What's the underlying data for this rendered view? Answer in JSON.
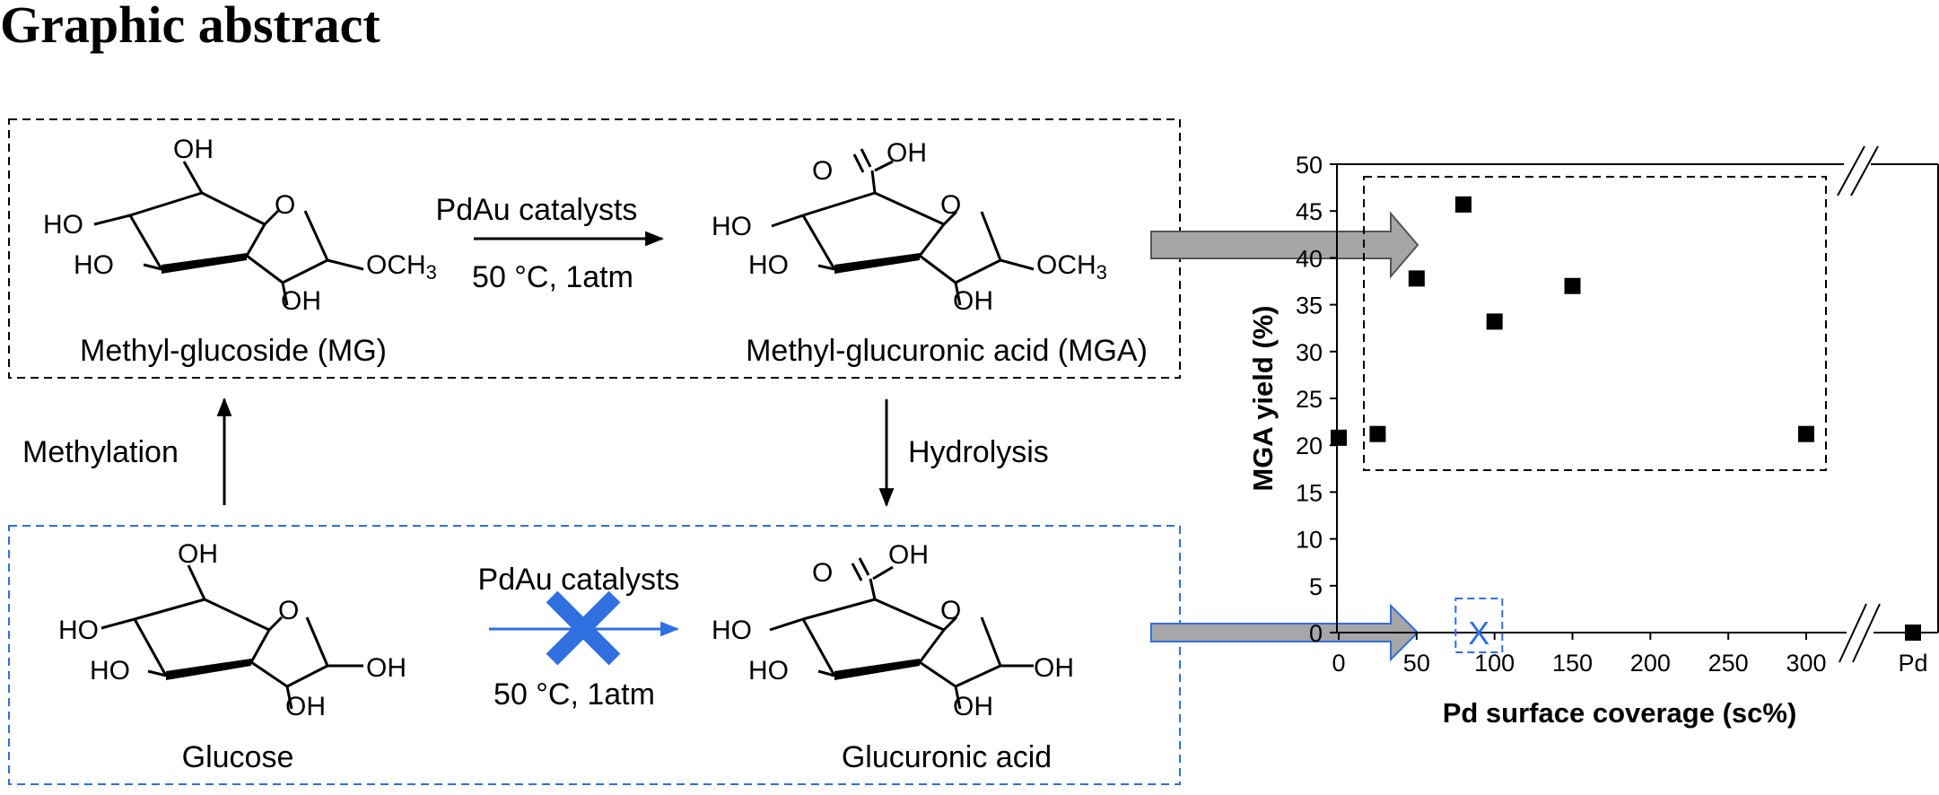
{
  "page": {
    "title": "Graphic abstract"
  },
  "scheme": {
    "top_reaction": {
      "reactant": {
        "name": "Methyl-glucoside (MG)",
        "labels": [
          "OH",
          "HO",
          "O",
          "HO",
          "OCH3",
          "OH"
        ]
      },
      "catalyst": "PdAu catalysts",
      "conditions": "50 °C, 1atm",
      "product": {
        "name": "Methyl-glucuronic acid (MGA)",
        "labels": [
          "O",
          "OH",
          "HO",
          "O",
          "HO",
          "OCH3",
          "OH"
        ]
      }
    },
    "left_step": "Methylation",
    "right_step": "Hydrolysis",
    "bottom_reaction": {
      "reactant": {
        "name": "Glucose",
        "labels": [
          "OH",
          "HO",
          "O",
          "HO",
          "OH",
          "OH"
        ]
      },
      "catalyst": "PdAu catalysts",
      "conditions": "50 °C, 1atm",
      "blocked": true,
      "product": {
        "name": "Glucuronic acid",
        "labels": [
          "O",
          "OH",
          "HO",
          "O",
          "HO",
          "OH",
          "OH"
        ]
      }
    },
    "colors": {
      "black_box": "#000000",
      "blue_box": "#2f6fe0",
      "blocked_cross": "#2f6fe0",
      "arrow_fill": "#a6a6a6"
    }
  },
  "chart_data": {
    "type": "scatter",
    "title": "",
    "xlabel": "Pd surface coverage (sc%)",
    "ylabel": "MGA yield (%)",
    "xlim": [
      0,
      300
    ],
    "ylim": [
      0,
      50
    ],
    "x_ticks": [
      "0",
      "50",
      "100",
      "150",
      "200",
      "250",
      "300"
    ],
    "y_ticks": [
      "0",
      "5",
      "10",
      "15",
      "20",
      "25",
      "30",
      "35",
      "40",
      "45",
      "50"
    ],
    "extra_x_label": "Pd",
    "series": [
      {
        "x": [
          0,
          25,
          50,
          80,
          100,
          150,
          300
        ],
        "y": [
          20.8,
          21.2,
          37.8,
          45.7,
          33.2,
          37.0,
          21.2
        ]
      }
    ],
    "pd_point": {
      "x_label": "Pd",
      "y": 0
    },
    "glucose_marker": {
      "x": 90,
      "y": 0,
      "symbol": "X"
    },
    "axis_break": true
  }
}
